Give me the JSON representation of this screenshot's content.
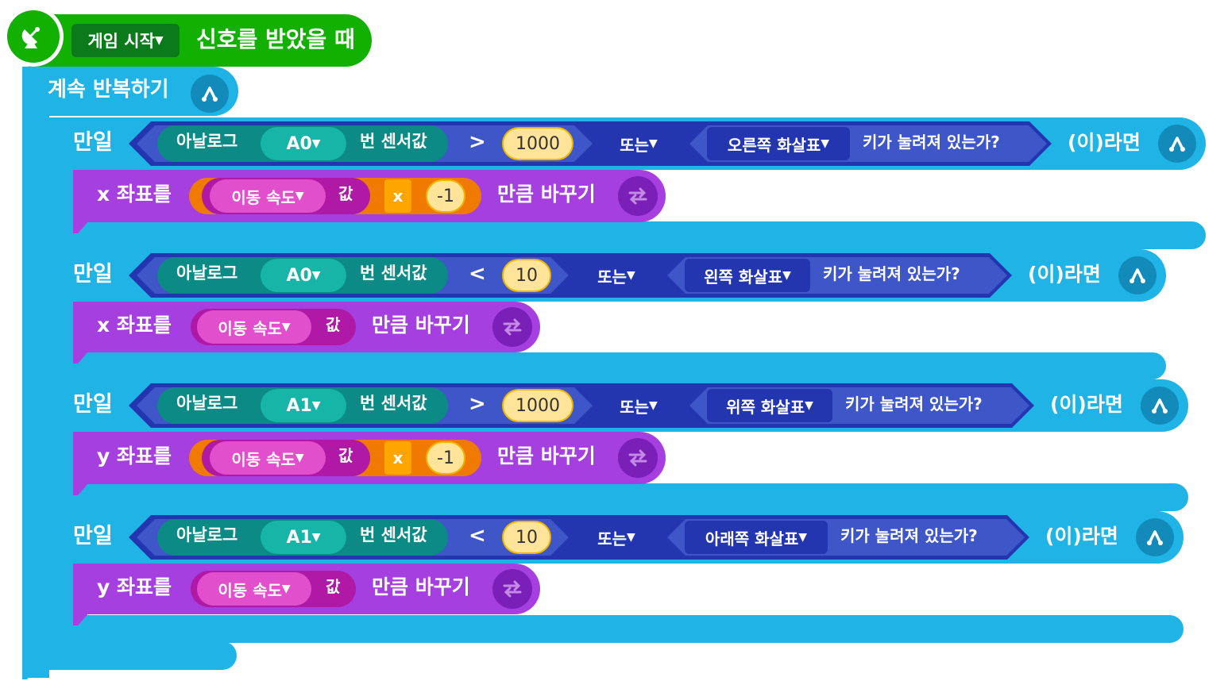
{
  "colors": {
    "green": "#12b000",
    "green_dark": "#0a7a1a",
    "loop": "#1fb3e6",
    "loop_dark": "#128bbb",
    "operator": "#3f56c8",
    "operator_dark": "#2336b0",
    "sensor": "#16b5a8",
    "sensor_dark": "#0b8a86",
    "motion": "#a53fe0",
    "motion_dark": "#7a1fb8",
    "var": "#e24fcd",
    "var_dark": "#b018a6",
    "calc": "#ffa500",
    "calc_dark": "#f07a00",
    "number": "#ffe49a"
  },
  "event": {
    "icon": "satellite-dish-icon",
    "dropdown": "게임 시작",
    "label": "신호를 받았을 때"
  },
  "loop": {
    "label": "계속 반복하기",
    "icon": "loop-icon"
  },
  "rows": [
    {
      "if_label": "만일",
      "sensor_label": "아날로그",
      "pin": "A0",
      "sensor_suffix": "번 센서값",
      "op": ">",
      "number": "1000",
      "logic": "또는",
      "key": "오른쪽 화살표",
      "key_suffix": "키가 눌려져 있는가?",
      "then": "(이)라면",
      "move_axis": "x 좌표를",
      "var": "이동 속도",
      "var_suffix": "값",
      "mult": "x",
      "factor": "-1",
      "move_suffix": "만큼 바꾸기"
    },
    {
      "if_label": "만일",
      "sensor_label": "아날로그",
      "pin": "A0",
      "sensor_suffix": "번 센서값",
      "op": "<",
      "number": "10",
      "logic": "또는",
      "key": "왼쪽 화살표",
      "key_suffix": "키가 눌려져 있는가?",
      "then": "(이)라면",
      "move_axis": "x 좌표를",
      "var": "이동 속도",
      "var_suffix": "값",
      "move_suffix": "만큼 바꾸기"
    },
    {
      "if_label": "만일",
      "sensor_label": "아날로그",
      "pin": "A1",
      "sensor_suffix": "번 센서값",
      "op": ">",
      "number": "1000",
      "logic": "또는",
      "key": "위쪽 화살표",
      "key_suffix": "키가 눌려져 있는가?",
      "then": "(이)라면",
      "move_axis": "y 좌표를",
      "var": "이동 속도",
      "var_suffix": "값",
      "mult": "x",
      "factor": "-1",
      "move_suffix": "만큼 바꾸기"
    },
    {
      "if_label": "만일",
      "sensor_label": "아날로그",
      "pin": "A1",
      "sensor_suffix": "번 센서값",
      "op": "<",
      "number": "10",
      "logic": "또는",
      "key": "아래쪽 화살표",
      "key_suffix": "키가 눌려져 있는가?",
      "then": "(이)라면",
      "move_axis": "y 좌표를",
      "var": "이동 속도",
      "var_suffix": "값",
      "move_suffix": "만큼 바꾸기"
    }
  ]
}
